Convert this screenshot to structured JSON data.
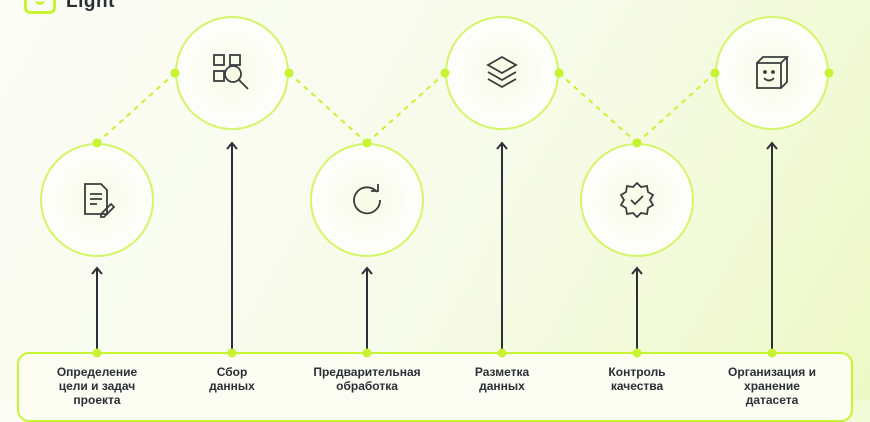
{
  "brand": {
    "name": "Light",
    "accent": "#c6f432",
    "line": "#d4f56a"
  },
  "steps": [
    {
      "label": "Определение цели и задач проекта",
      "icon": "document-edit-icon"
    },
    {
      "label": "Сбор данных",
      "icon": "qr-search-icon"
    },
    {
      "label": "Предварительная обработка",
      "icon": "refresh-icon"
    },
    {
      "label": "Разметка данных",
      "icon": "layers-icon"
    },
    {
      "label": "Контроль качества",
      "icon": "quality-badge-icon"
    },
    {
      "label": "Организация и хранение датасета",
      "icon": "cube-smile-icon"
    }
  ]
}
